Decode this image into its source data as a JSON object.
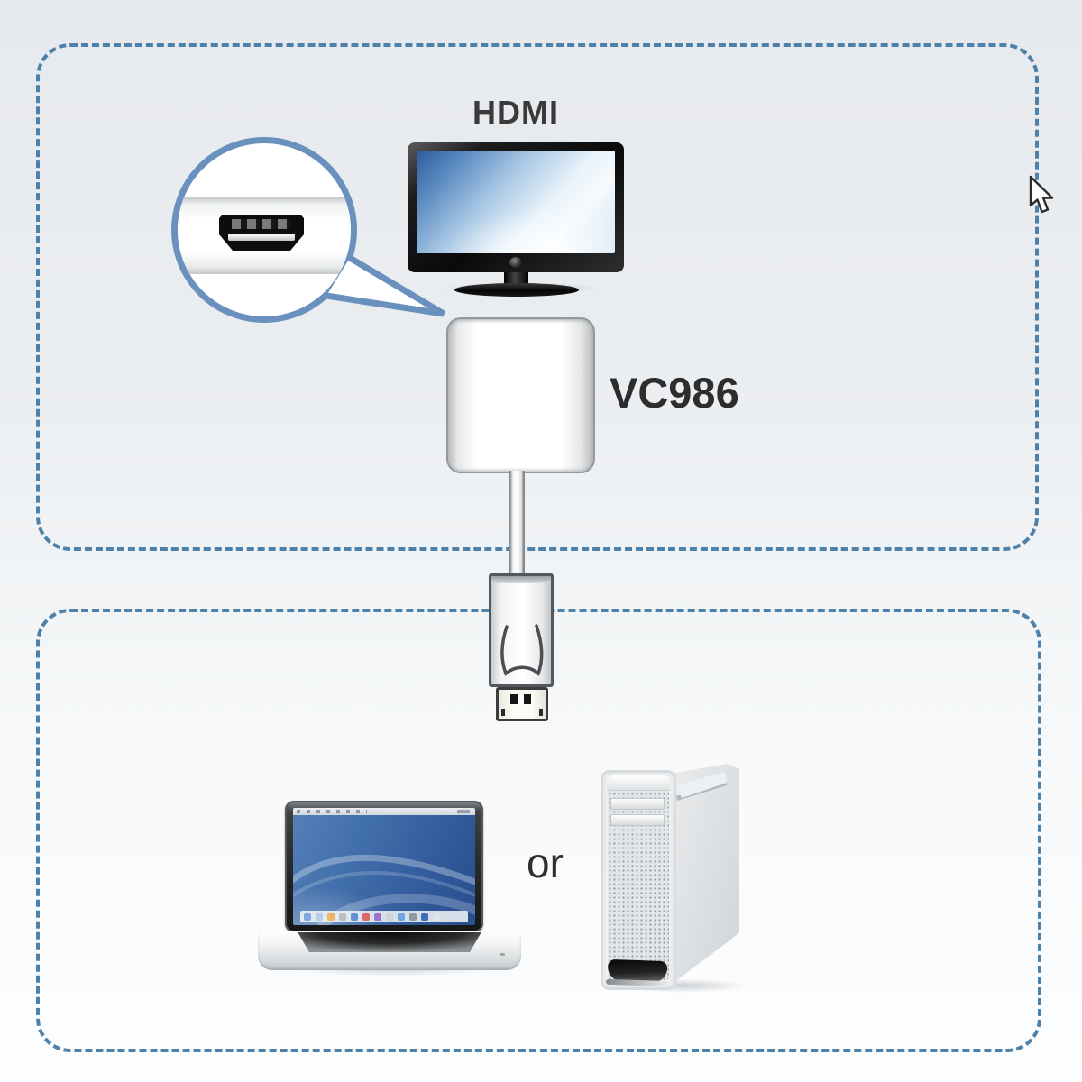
{
  "diagram": {
    "labels": {
      "hdmi": "HDMI",
      "model": "VC986",
      "or": "or"
    },
    "zones": [
      {
        "name": "display-zone",
        "items": [
          "hdmi-tv",
          "hdmi-port-callout",
          "vc986-adapter"
        ]
      },
      {
        "name": "source-zone",
        "items": [
          "laptop",
          "desktop-tower"
        ]
      }
    ],
    "colors": {
      "dashed_border": "#4d81aa",
      "callout_stroke": "#6a91bd",
      "background_top": "#e6e9ed",
      "background_bottom": "#fdfeff",
      "label_text": "#2f2f2f",
      "tv_screen_blue": "#2c5c9c",
      "laptop_wallpaper_blue": "#416fab"
    },
    "icons": {
      "tv": "tv-monitor-icon",
      "callout": "magnifier-callout-icon",
      "hdmi_port": "hdmi-port-icon",
      "adapter": "adapter-box-icon",
      "displayport": "displayport-plug-icon",
      "laptop": "laptop-icon",
      "tower": "desktop-tower-icon",
      "cursor": "mouse-pointer-icon"
    },
    "laptop_dock_icon_colors": [
      "#5b8dd9",
      "#9fc0e8",
      "#e8a33a",
      "#aab1b7",
      "#4a7fd1",
      "#d95b5b",
      "#9b6bc9",
      "#cdd3d8",
      "#6aa6e0",
      "#8f97a0",
      "#3f6fb3",
      "#e0e4e8"
    ]
  }
}
